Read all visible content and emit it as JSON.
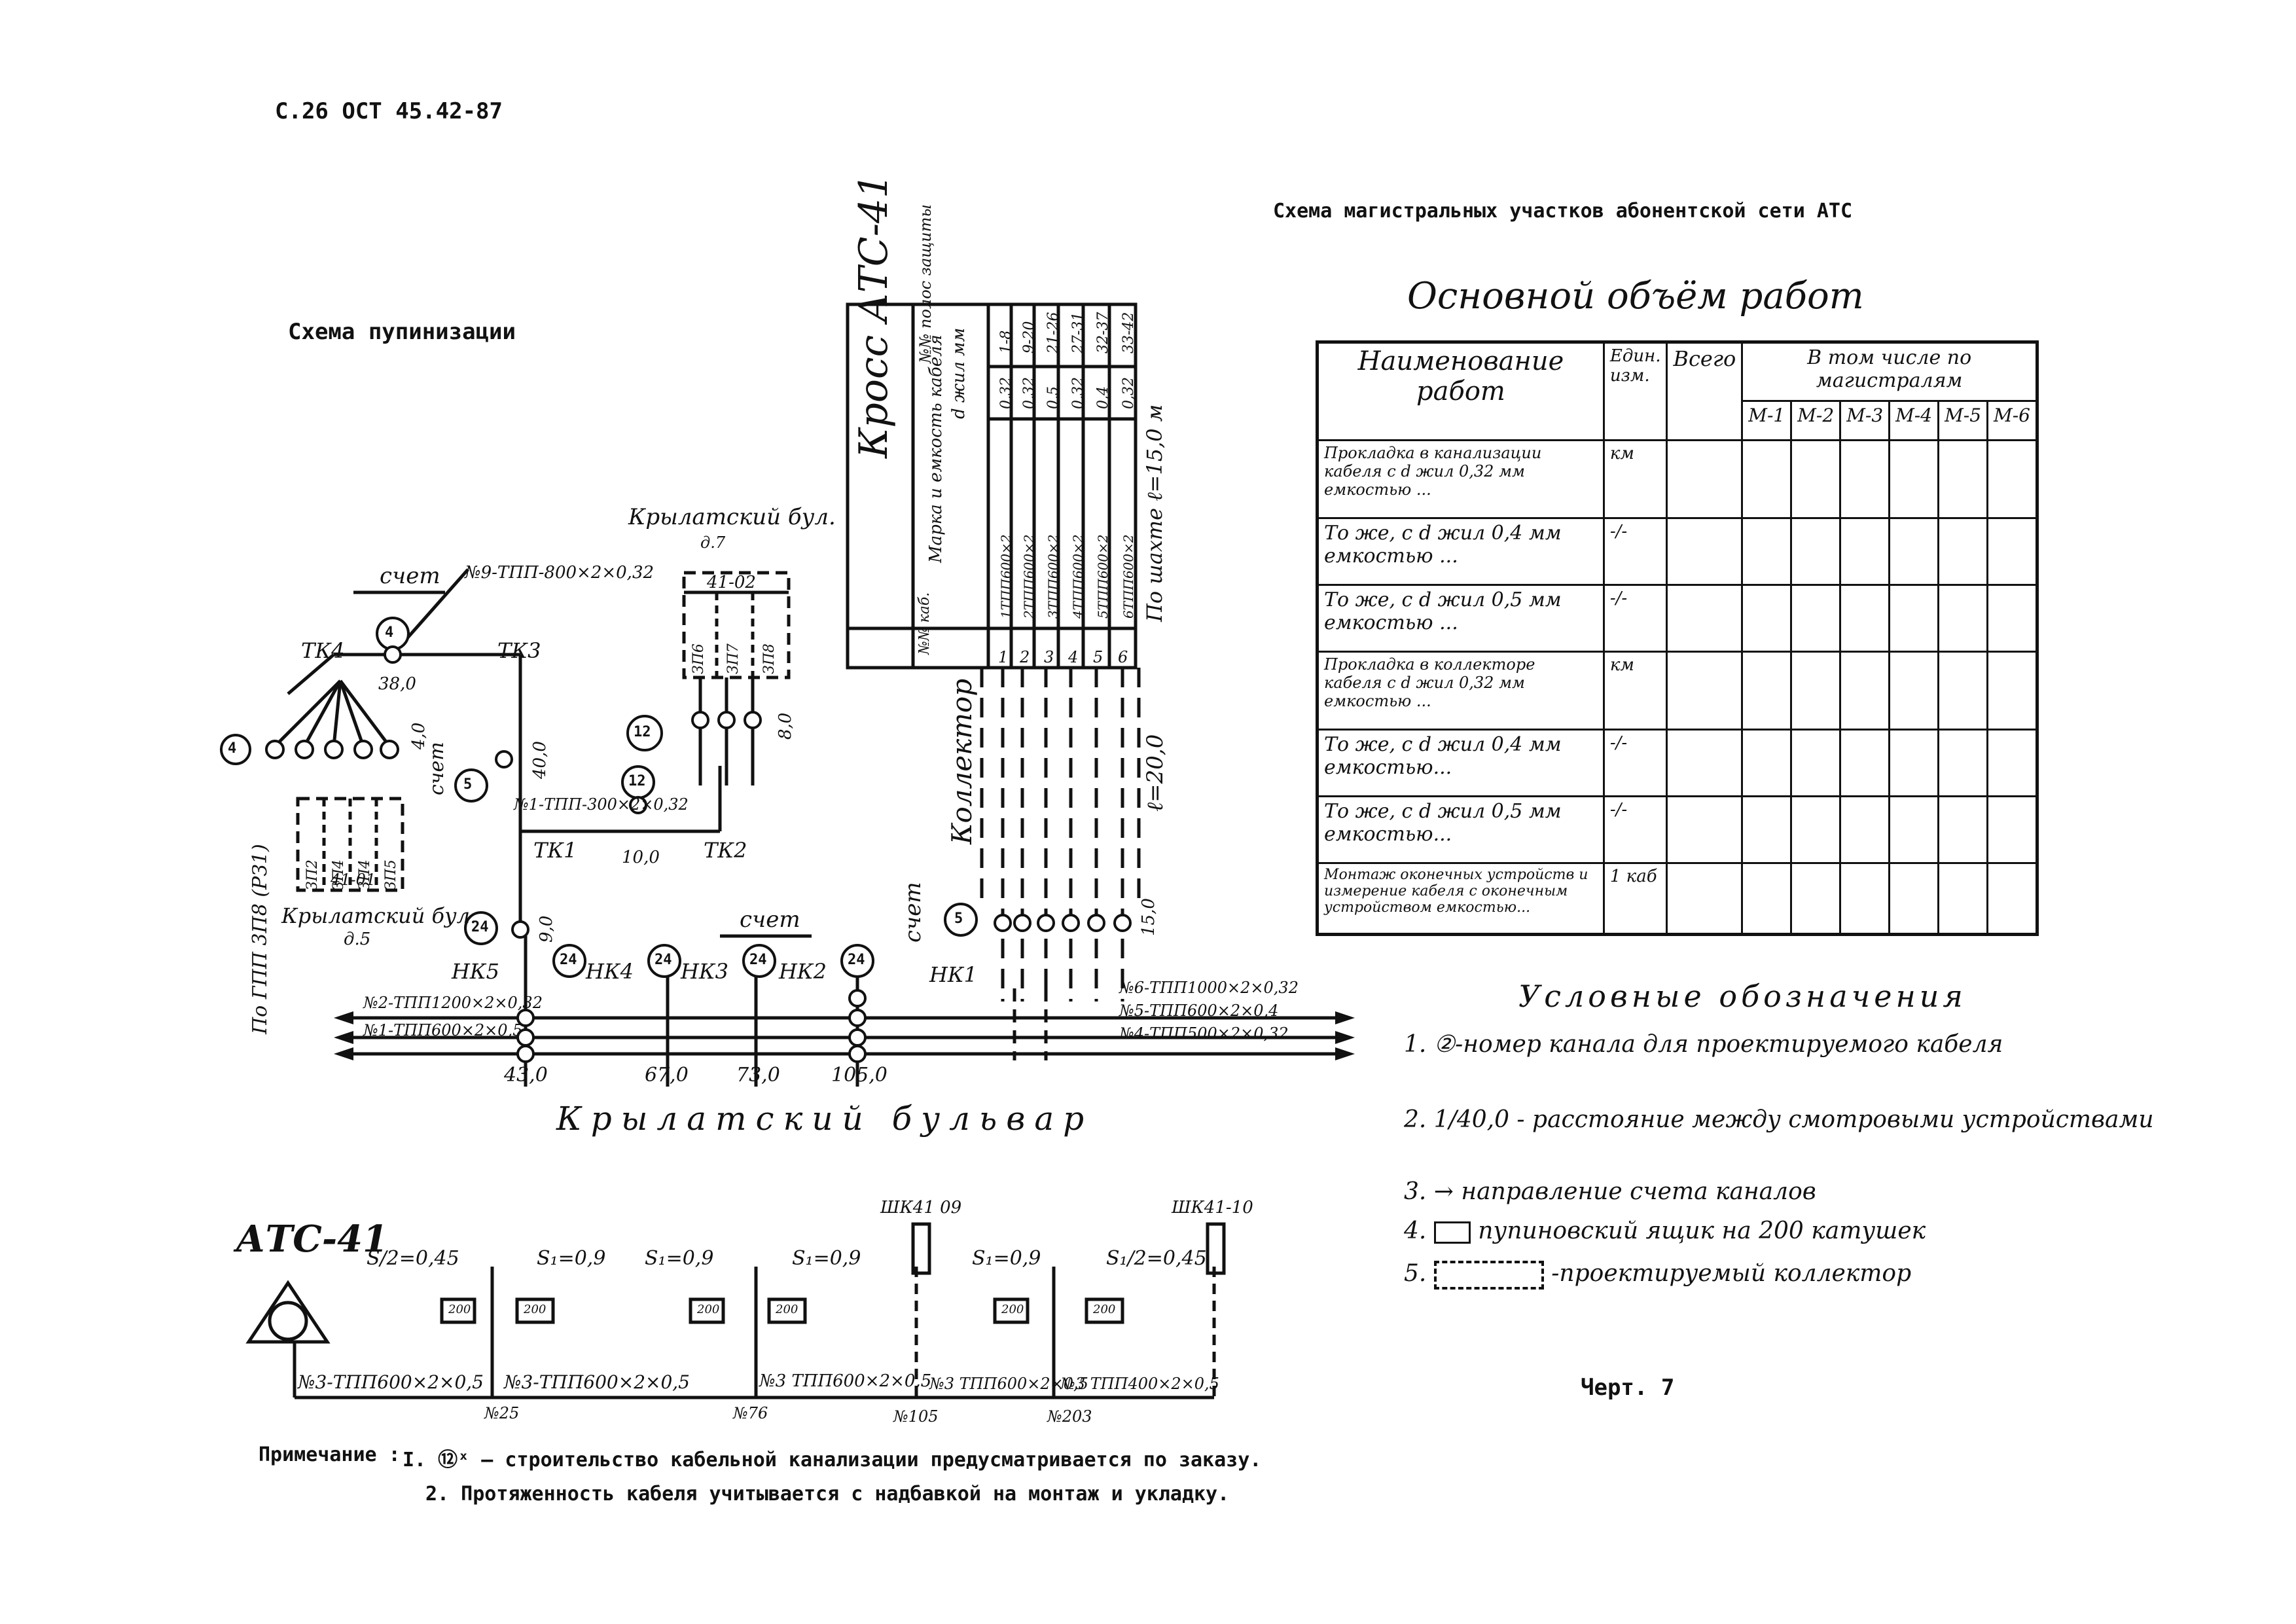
{
  "header": {
    "page_code": "C.26 ОСТ 45.42-87",
    "sheet_title": "Схема магистральных участков абонентской сети АТС",
    "pupin_title": "Схема пупинизации"
  },
  "main_scheme": {
    "cross": {
      "title": "Кросс АТС-41",
      "col_marking": "Марка и емкость кабеля",
      "col_diameter": "d жил мм",
      "col_pairs": "№№ полос защиты",
      "col_num": "№№ каб.",
      "rows": [
        {
          "num": "1",
          "marking": "1ТПП600×2",
          "d": "0,32",
          "pairs": "1-8"
        },
        {
          "num": "2",
          "marking": "2ТПП600×2",
          "d": "0,32",
          "pairs": "9-20"
        },
        {
          "num": "3",
          "marking": "3ТПП600×2",
          "d": "0,5",
          "pairs": "21-26"
        },
        {
          "num": "4",
          "marking": "4ТПП600×2",
          "d": "0,32",
          "pairs": "27-31"
        },
        {
          "num": "5",
          "marking": "5ТПП600×2",
          "d": "0,4",
          "pairs": "32-37"
        },
        {
          "num": "6",
          "marking": "6ТПП600×2",
          "d": "0,32",
          "pairs": "33-42"
        }
      ],
      "shaft_label": "По шахте ℓ=15,0 м"
    },
    "collector_label": "Коллектор",
    "collector_length": "ℓ=20,0",
    "street_top": "Крылатский бул.",
    "street_top_house": "д.7",
    "street_left": "Крылатский бул.",
    "street_left_house": "д.5",
    "box_top": "41-02",
    "box_top_cells": [
      "ЗП6",
      "ЗП7",
      "ЗП8"
    ],
    "box_left": "41-01",
    "box_left_cells": [
      "ЗП2",
      "ЗП4",
      "ЗП4",
      "ЗП5"
    ],
    "cable_top": "№9-ТПП-800×2×0,32",
    "cable_mid": "№1-ТПП-300×2×0,32",
    "cable_right_1": "№6-ТПП1000×2×0,32",
    "cable_right_2": "№5-ТПП600×2×0,4",
    "cable_right_3": "№4-ТПП500×2×0,32",
    "cable_left_1": "№2-ТПП1200×2×0,32",
    "cable_left_2": "№1-ТПП600×2×0,5",
    "count_label": "счет",
    "wells": [
      "ТК4",
      "ТК3",
      "ТК1",
      "ТК2",
      "НК5",
      "НК4",
      "НК3",
      "НК2",
      "НК1"
    ],
    "channel_nums": [
      "4",
      "4",
      "5",
      "12",
      "12",
      "24",
      "24",
      "24",
      "24",
      "24",
      "5"
    ],
    "distances": [
      "38,0",
      "4,0",
      "40,0",
      "10,0",
      "8,0",
      "9,0",
      "43,0",
      "67,0",
      "73,0",
      "105,0",
      "15,0"
    ],
    "left_vertical_label": "По ГПП 3П8 (РЗ1)",
    "boulevard": "Крылатский бульвар"
  },
  "work_table": {
    "title": "Основной объём работ",
    "headers": {
      "name": "Наименование работ",
      "unit": "Един. изм.",
      "total": "Всего",
      "incl": "В том числе по магистралям",
      "m": [
        "М-1",
        "М-2",
        "М-3",
        "М-4",
        "М-5",
        "М-6"
      ]
    },
    "rows": [
      {
        "name": "Прокладка в канализации кабеля с d жил 0,32 мм емкостью ...",
        "unit": "км"
      },
      {
        "name": "То же, с d жил 0,4 мм емкостью ...",
        "unit": "-/-"
      },
      {
        "name": "То же, с d жил 0,5 мм емкостью ...",
        "unit": "-/-"
      },
      {
        "name": "Прокладка в коллекторе кабеля с d жил 0,32 мм емкостью ...",
        "unit": "км"
      },
      {
        "name": "То же, с d жил 0,4 мм емкостью...",
        "unit": "-/-"
      },
      {
        "name": "То же, с d жил 0,5 мм емкостью...",
        "unit": "-/-"
      },
      {
        "name": "Монтаж оконечных устройств и измерение кабеля с оконечным устройством емкостью...",
        "unit": "1 каб"
      }
    ]
  },
  "legend": {
    "title": "Условные обозначения",
    "items": [
      {
        "num": "1",
        "text": "②-номер канала для проектируемого кабеля"
      },
      {
        "num": "2",
        "text": "1/40,0 - расстояние между смотровыми устройствами"
      },
      {
        "num": "3",
        "text": "→ направление счета каналов"
      },
      {
        "num": "4",
        "text": "пупиновский ящик на 200 катушек"
      },
      {
        "num": "5",
        "text": "-проектируемый коллектор"
      }
    ]
  },
  "pupin": {
    "station": "АТС-41",
    "labels": [
      "S/2=0,45",
      "S₁=0,9",
      "S₁=0,9",
      "S₁=0,9",
      "S₁=0,9",
      "S₁/2=0,45"
    ],
    "box": "200",
    "cables": [
      "№3-ТПП600×2×0,5",
      "№3-ТПП600×2×0,5",
      "№3 ТПП600×2×0,5",
      "№3 ТПП600×2×0,5",
      "№3 ТПП400×2×0,5"
    ],
    "wells": [
      "№25",
      "№76",
      "№105",
      "№203"
    ],
    "ends": [
      "ШК41 09",
      "ШК41-10"
    ]
  },
  "chart_no": "Черт. 7",
  "notes": {
    "label": "Примечание :",
    "n1": "I. ⑫ˣ – строительство кабельной канализации предусматривается по заказу.",
    "n2": "2. Протяженность кабеля учитывается с надбавкой на монтаж и укладку."
  }
}
